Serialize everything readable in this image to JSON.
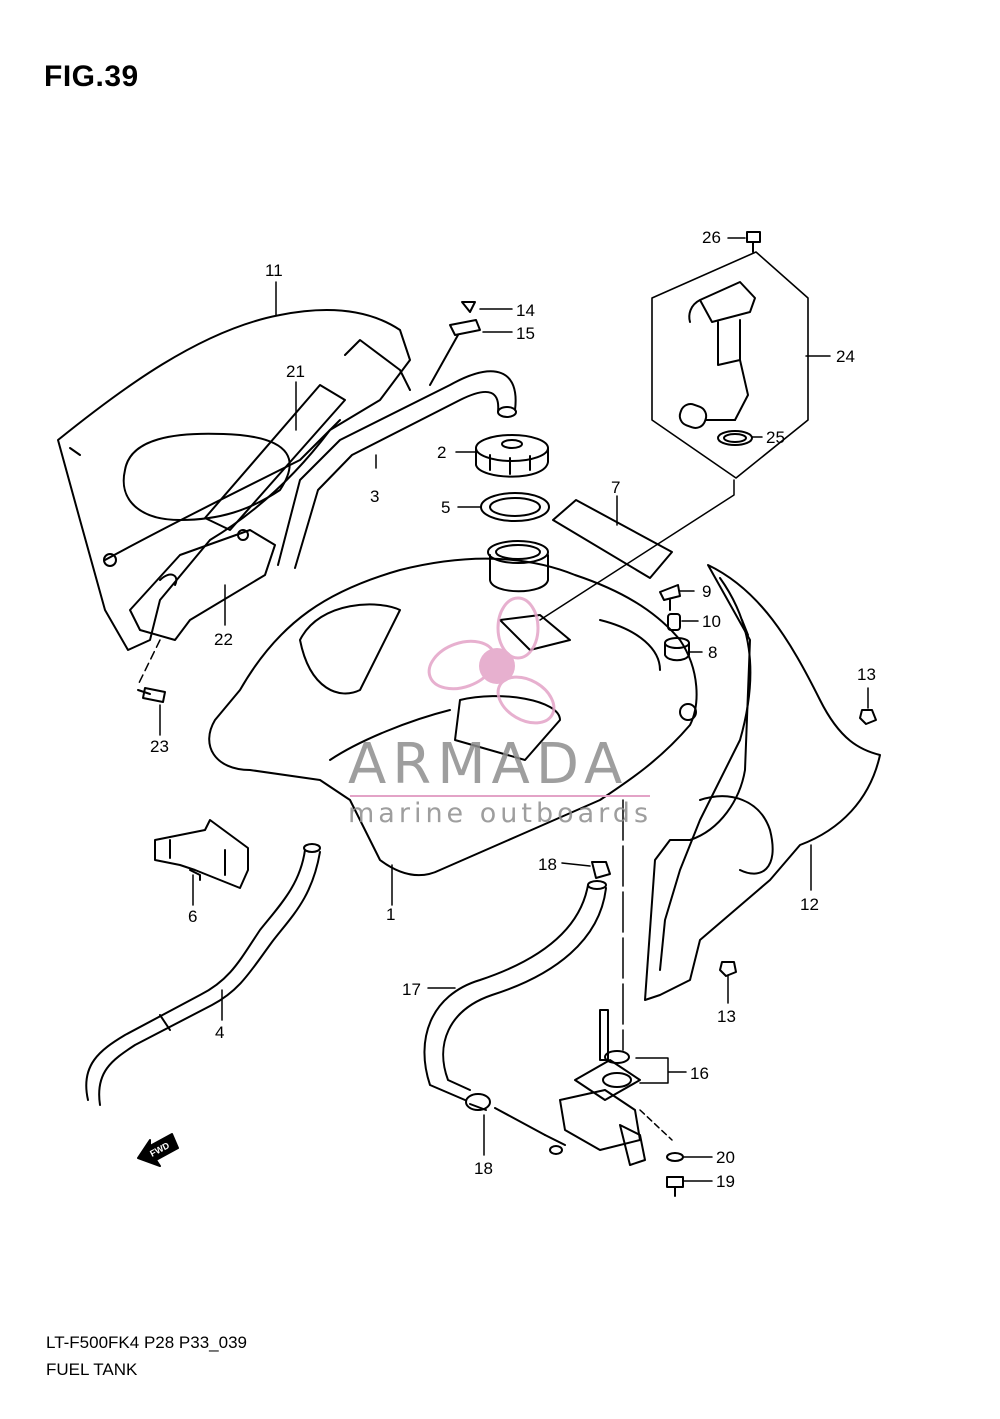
{
  "figure": {
    "title": "FIG.39",
    "code": "LT-F500FK4 P28 P33_039",
    "name": "FUEL TANK"
  },
  "watermark": {
    "brand": "ARMADA",
    "tagline": "marine outboards",
    "logo_color": "#e3a3c7"
  },
  "fwd_label": "FWD",
  "callouts": [
    {
      "label": "1"
    },
    {
      "label": "2"
    },
    {
      "label": "3"
    },
    {
      "label": "4"
    },
    {
      "label": "5"
    },
    {
      "label": "6"
    },
    {
      "label": "7"
    },
    {
      "label": "8"
    },
    {
      "label": "9"
    },
    {
      "label": "10"
    },
    {
      "label": "11"
    },
    {
      "label": "12"
    },
    {
      "label": "13"
    },
    {
      "label": "13"
    },
    {
      "label": "14"
    },
    {
      "label": "15"
    },
    {
      "label": "16"
    },
    {
      "label": "17"
    },
    {
      "label": "18"
    },
    {
      "label": "18"
    },
    {
      "label": "19"
    },
    {
      "label": "20"
    },
    {
      "label": "21"
    },
    {
      "label": "22"
    },
    {
      "label": "23"
    },
    {
      "label": "24"
    },
    {
      "label": "25"
    },
    {
      "label": "26"
    }
  ]
}
